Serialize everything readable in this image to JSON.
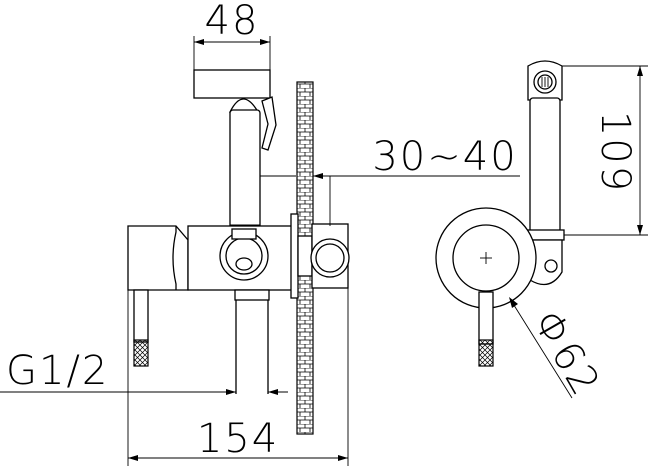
{
  "dimensions": {
    "width_top": "48",
    "wall_offset": "30~40",
    "height_right": "109",
    "thread": "G1/2",
    "total_width": "154",
    "diameter": "Φ62"
  }
}
